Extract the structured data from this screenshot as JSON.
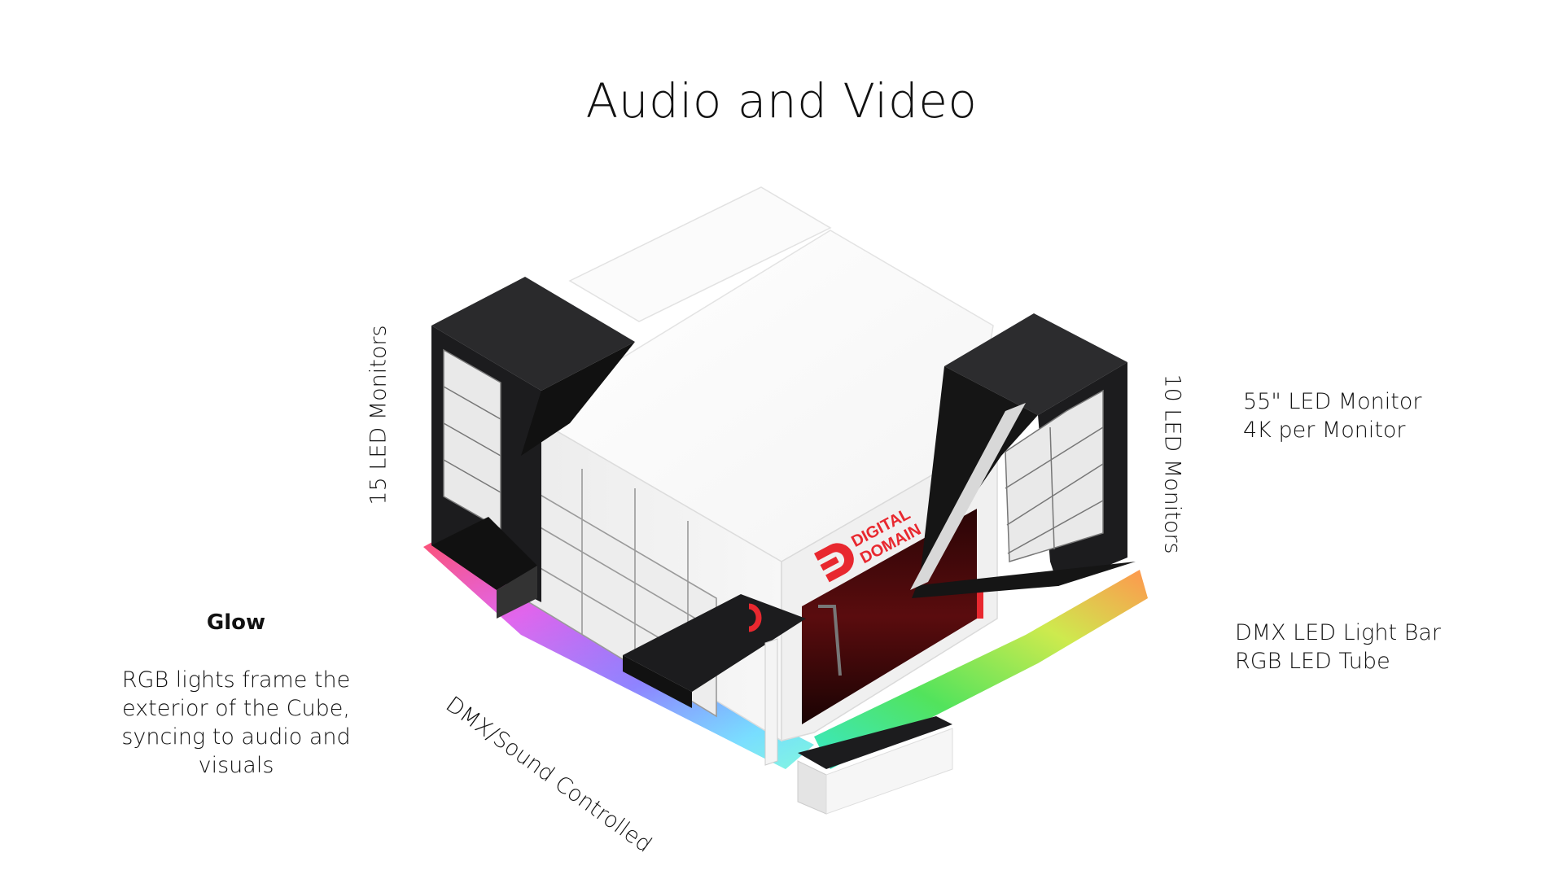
{
  "title": "Audio and Video",
  "labels": {
    "left_monitors": "15 LED Monitors",
    "right_monitors": "10 LED Monitors",
    "diagonal": "DMX/Sound Controlled"
  },
  "glow": {
    "heading": "Glow",
    "body_lines": [
      "RGB lights frame the",
      "exterior of the Cube,",
      "syncing to audio and",
      "visuals"
    ]
  },
  "monitor_spec": [
    "55\" LED Monitor",
    "4K per Monitor"
  ],
  "light_spec": [
    "DMX LED Light Bar",
    "RGB LED Tube"
  ],
  "logo": {
    "text_line1": "DIGITAL",
    "text_line2": "DOMAIN",
    "color": "#e8282f"
  },
  "colors": {
    "panel_black": "#1c1c1e",
    "wall_white": "#f2f2f2",
    "accent_red": "#e8282f"
  }
}
